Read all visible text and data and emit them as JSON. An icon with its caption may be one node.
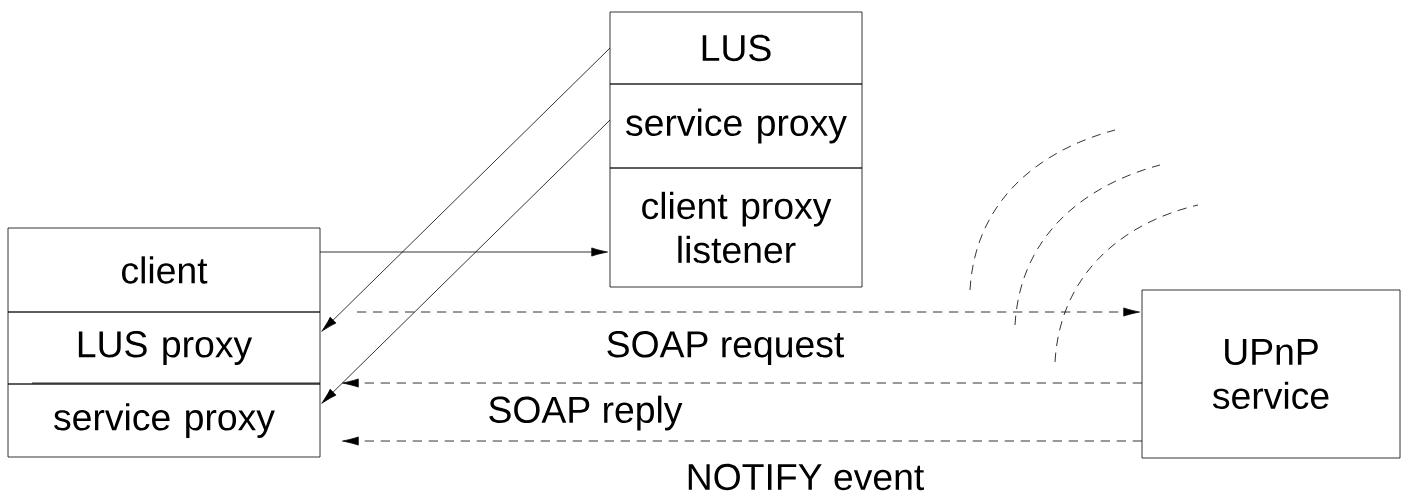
{
  "diagram": {
    "nodes": [
      {
        "text": [
          "client"
        ]
      },
      {
        "text": [
          "LUS proxy"
        ]
      },
      {
        "text": [
          "service proxy"
        ]
      },
      {
        "text": [
          "LUS"
        ]
      },
      {
        "text": [
          "service proxy"
        ]
      },
      {
        "text": [
          "client proxy listener"
        ]
      },
      {
        "text": [
          "UPnP service"
        ]
      }
    ],
    "edges": [
      {
        "from": 3,
        "to": 1,
        "arrow": "to"
      },
      {
        "from": 4,
        "to": 2,
        "arrow": "to"
      },
      {
        "from": 0,
        "to": 5,
        "arrow": "to"
      },
      {
        "from": 1,
        "to": 6,
        "arrow": "to",
        "style": "dashed",
        "label": "SOAP request"
      },
      {
        "from": 6,
        "to": 2,
        "arrow": "to",
        "style": "dashed",
        "label": "SOAP reply"
      },
      {
        "from": 6,
        "to": 2,
        "arrow": "to",
        "style": "dashed",
        "label": "NOTIFY event"
      }
    ]
  }
}
